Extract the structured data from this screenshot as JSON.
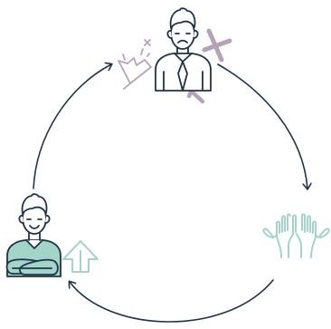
{
  "colors": {
    "navy": "#1f3448",
    "teal": "#a3d4c8",
    "teal_dark": "#2f5b55",
    "mauve": "#b4a3b8",
    "skin": "#ffffff",
    "hair": "#ffffff",
    "background": "#ffffff"
  },
  "diagram": {
    "layout": "circular-cycle",
    "direction": "clockwise",
    "nodes": [
      {
        "name": "sad-man",
        "icons": [
          "sad-man-icon",
          "broken-glass-icon",
          "cross-marks-icon"
        ]
      },
      {
        "name": "open-hands",
        "icons": [
          "open-hands-icon"
        ]
      },
      {
        "name": "confident-man",
        "icons": [
          "confident-man-icon",
          "up-arrow-icon"
        ]
      }
    ],
    "edges": [
      {
        "from": "sad-man",
        "to": "open-hands"
      },
      {
        "from": "open-hands",
        "to": "confident-man"
      },
      {
        "from": "confident-man",
        "to": "sad-man"
      }
    ]
  }
}
